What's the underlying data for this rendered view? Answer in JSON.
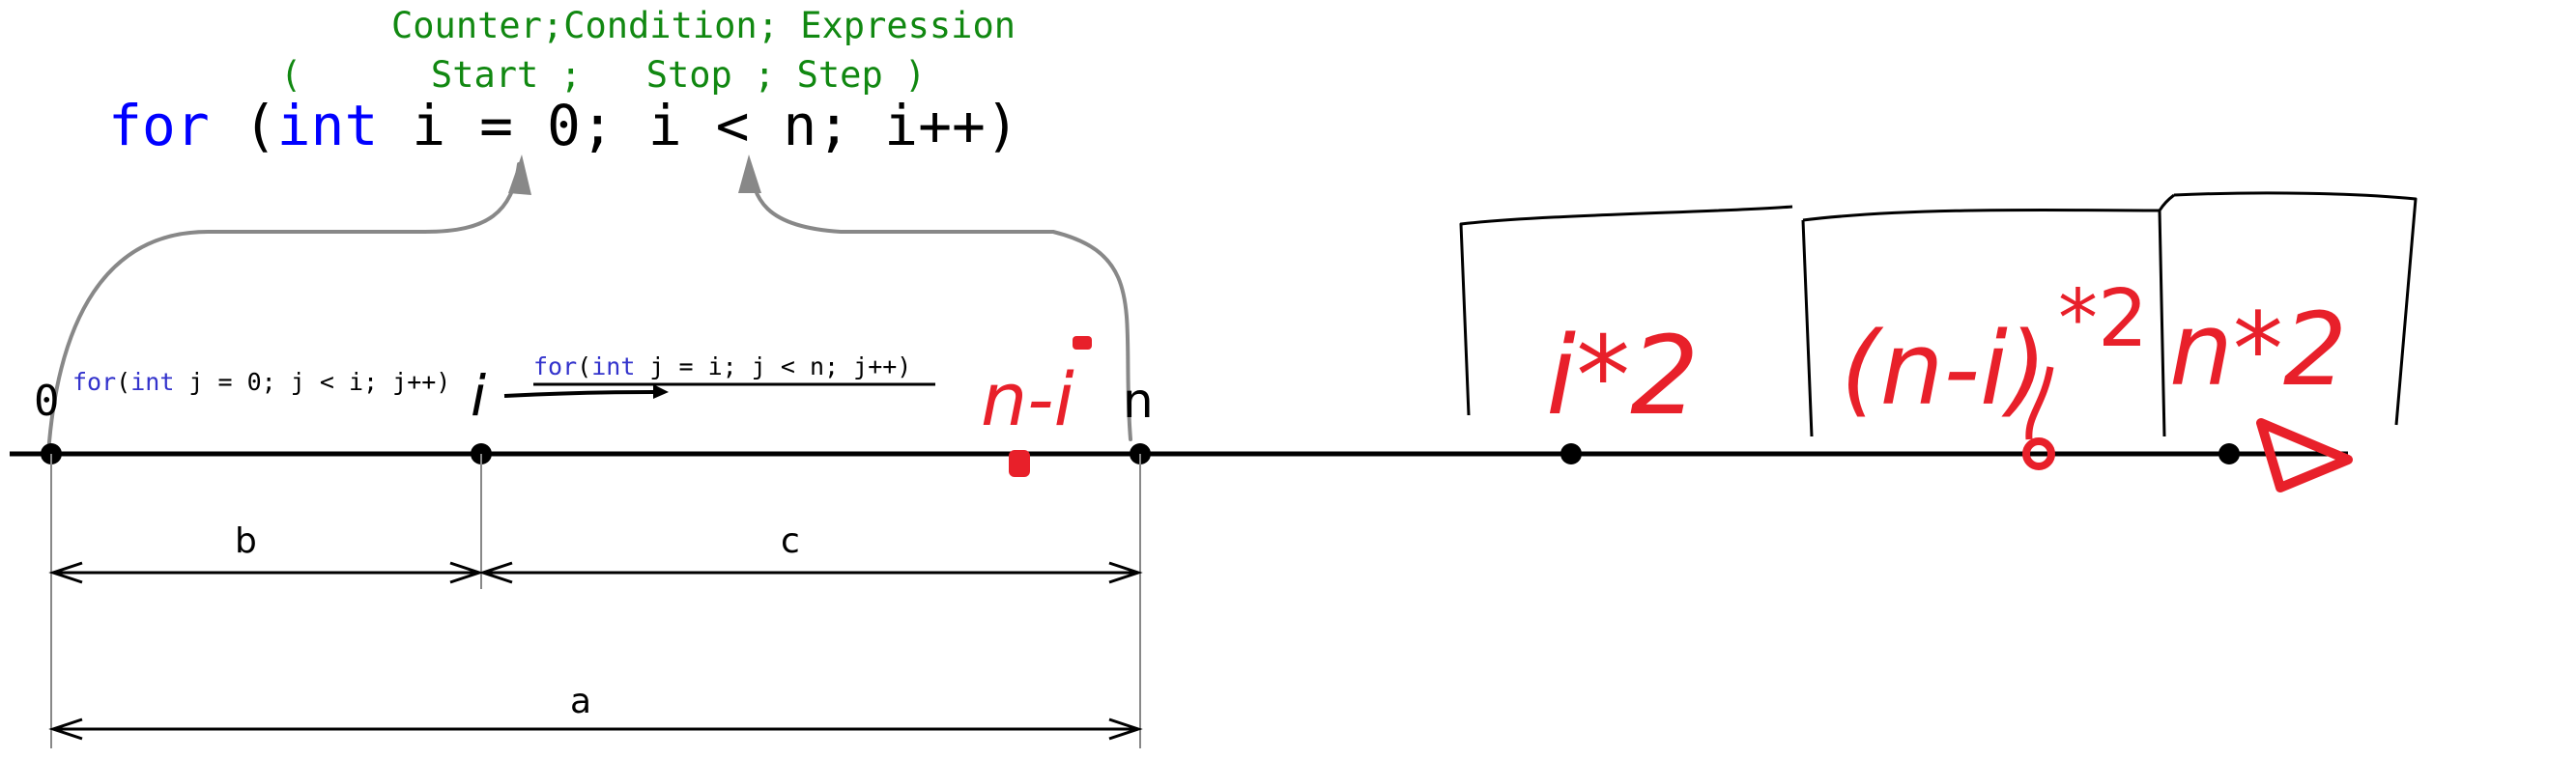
{
  "header": {
    "line1": "Counter;Condition; Expression",
    "line2": "(      Start ;   Stop ; Step )"
  },
  "code": {
    "for_kw": "for",
    "paren_open": "(",
    "int_kw": "int",
    "rest": " i = 0; i < n; i++)"
  },
  "inner_loop_1": {
    "for_kw": "for",
    "paren_open": "(",
    "int_kw": "int",
    "rest": " j = 0; j < i; j++)"
  },
  "inner_loop_2": {
    "for_kw": "for",
    "paren_open": "(",
    "int_kw": "int",
    "rest": " j = i; j < n; j++)"
  },
  "axis_labels": {
    "zero": "0",
    "i": "i",
    "n": "n"
  },
  "dimensions": {
    "b": "b",
    "c": "c",
    "a": "a"
  },
  "handwritten": {
    "n_minus_i": "n-i",
    "i_times_2": "i*2",
    "n_minus_i_paren": "(n-i)",
    "power_2": "*2",
    "n_times_2": "n*2"
  },
  "colors": {
    "keyword_blue": "#0000ff",
    "code_black": "#000000",
    "comment_green": "#118811",
    "small_keyword_blue": "#3333cc",
    "annotation_red": "#e8202a",
    "arrow_gray": "#888888",
    "axis_black": "#000000"
  }
}
